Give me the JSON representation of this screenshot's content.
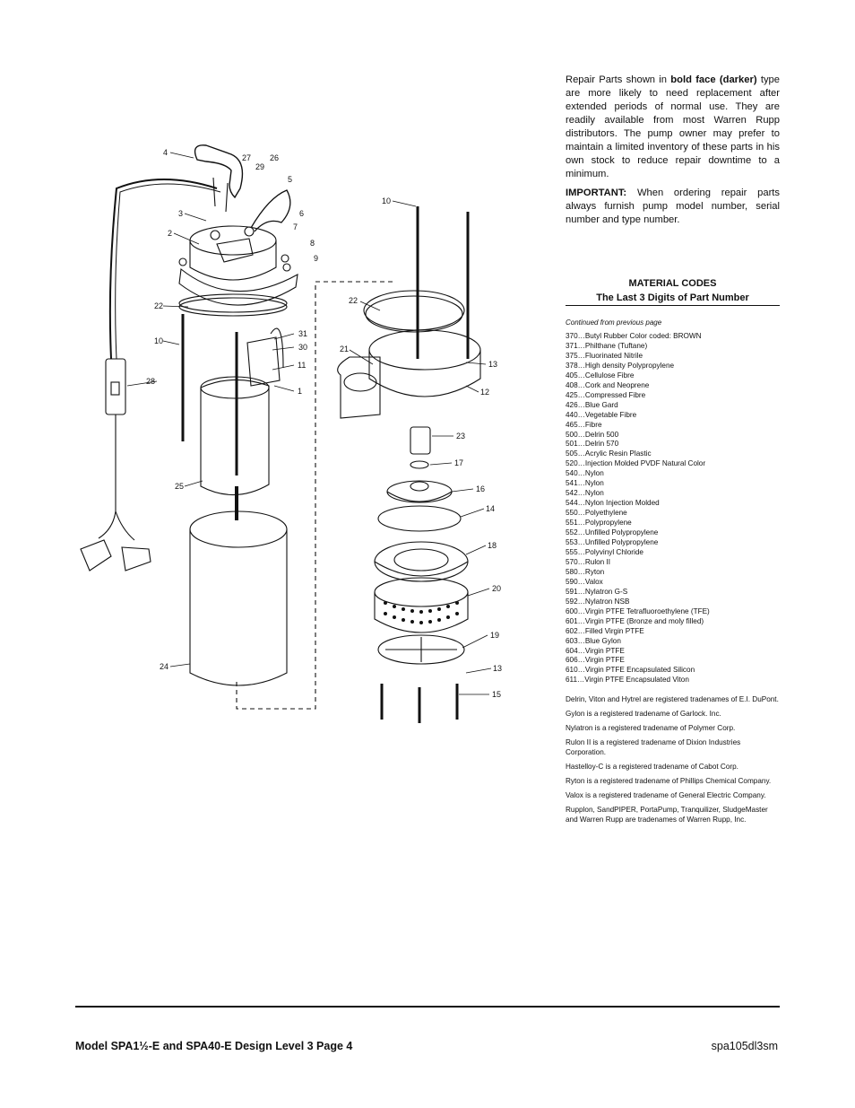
{
  "intro": {
    "p1_bold": "Repair Parts shown in",
    "p1_strong": "bold face (darker)",
    "p1_rest": "type are more likely to need replacement after extended periods of normal use. They are readily available from most Warren Rupp distributors. The pump owner may prefer to maintain a limited inventory of these parts in his own stock to reduce repair downtime to a minimum.",
    "p2_strong": "IMPORTANT:",
    "p2_rest": "When ordering repair parts always furnish pump model number, serial number and type number."
  },
  "material_codes": {
    "title": "MATERIAL CODES",
    "subtitle": "The Last 3 Digits of Part Number",
    "continued": "Continued from previous page",
    "codes": [
      "370…Butyl Rubber Color coded: BROWN",
      "371…Philthane (Tuftane)",
      "375…Fluorinated Nitrile",
      "378…High density Polypropylene",
      "405…Cellulose Fibre",
      "408…Cork and Neoprene",
      "425…Compressed Fibre",
      "426…Blue Gard",
      "440…Vegetable Fibre",
      "465…Fibre",
      "500…Delrin 500",
      "501…Delrin 570",
      "505…Acrylic Resin Plastic",
      "520…Injection Molded PVDF Natural Color",
      "540…Nylon",
      "541…Nylon",
      "542…Nylon",
      "544…Nylon Injection Molded",
      "550…Polyethylene",
      "551…Polypropylene",
      "552…Unfilled Polypropylene",
      "553…Unfilled Polypropylene",
      "555…Polyvinyl Chloride",
      "570…Rulon II",
      "580…Ryton",
      "590…Valox",
      "591…Nylatron G-S",
      "592…Nylatron NSB",
      "600…Virgin PTFE Tetrafluoroethylene (TFE)",
      "601…Virgin PTFE (Bronze and moly filled)",
      "602…Filled Virgin PTFE",
      "603…Blue Gylon",
      "604…Virgin PTFE",
      "606…Virgin PTFE",
      "610…Virgin PTFE Encapsulated Silicon",
      "611…Virgin PTFE Encapsulated Viton"
    ]
  },
  "trademarks": [
    "Delrin, Viton and Hytrel are registered tradenames of E.I. DuPont.",
    "Gylon is a registered tradename of Garlock. Inc.",
    "Nylatron is a registered tradename of Polymer Corp.",
    "Rulon II is a registered tradename of Dixion Industries Corporation.",
    "Hastelloy-C is a registered tradename of Cabot Corp.",
    "Ryton is a registered tradename of Phillips Chemical Company.",
    "Valox is a registered tradename of General Electric Company.",
    "Rupplon, SandPIPER, PortaPump, Tranquilizer, SludgeMaster and Warren Rupp are tradenames of Warren Rupp, Inc."
  ],
  "diagram": {
    "callouts": [
      "4",
      "27",
      "26",
      "29",
      "5",
      "3",
      "6",
      "7",
      "2",
      "8",
      "9",
      "22",
      "10",
      "31",
      "30",
      "11",
      "1",
      "28",
      "25",
      "24",
      "10",
      "22",
      "21",
      "13",
      "12",
      "23",
      "17",
      "16",
      "14",
      "18",
      "20",
      "19",
      "13",
      "15"
    ]
  },
  "footer": {
    "left": "Model SPA1½-E and SPA40-E Design Level 3   Page 4",
    "right": "spa105dl3sm"
  }
}
